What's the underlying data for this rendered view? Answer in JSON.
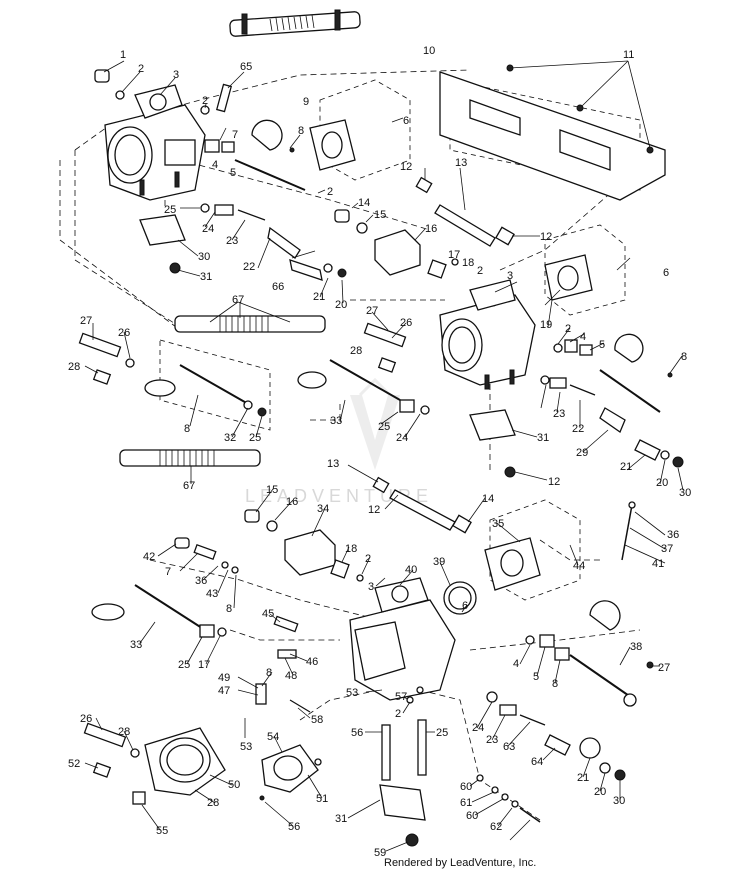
{
  "watermark": "LEADVENTURE",
  "credit": "Rendered by LeadVenture, Inc.",
  "callouts": [
    "1",
    "2",
    "3",
    "65",
    "2",
    "7",
    "4",
    "5",
    "8",
    "9",
    "10",
    "11",
    "6",
    "12",
    "13",
    "2",
    "14",
    "15",
    "16",
    "12",
    "17",
    "18",
    "2",
    "3",
    "6",
    "25",
    "24",
    "23",
    "22",
    "66",
    "21",
    "20",
    "30",
    "31",
    "67",
    "27",
    "26",
    "28",
    "27",
    "26",
    "28",
    "8",
    "32",
    "25",
    "67",
    "19",
    "2",
    "4",
    "5",
    "8",
    "33",
    "25",
    "24",
    "23",
    "22",
    "29",
    "21",
    "20",
    "30",
    "31",
    "12",
    "13",
    "12",
    "14",
    "15",
    "16",
    "34",
    "35",
    "36",
    "37",
    "41",
    "42",
    "7",
    "36",
    "43",
    "8",
    "33",
    "25",
    "17",
    "18",
    "2",
    "3",
    "40",
    "39",
    "6",
    "44",
    "45",
    "46",
    "48",
    "49",
    "47",
    "8",
    "53",
    "53",
    "58",
    "57",
    "2",
    "4",
    "5",
    "8",
    "38",
    "27",
    "26",
    "28",
    "52",
    "54",
    "51",
    "50",
    "28",
    "55",
    "56",
    "56",
    "25",
    "24",
    "23",
    "63",
    "64",
    "21",
    "20",
    "30",
    "31",
    "59",
    "60",
    "61",
    "60",
    "62"
  ]
}
